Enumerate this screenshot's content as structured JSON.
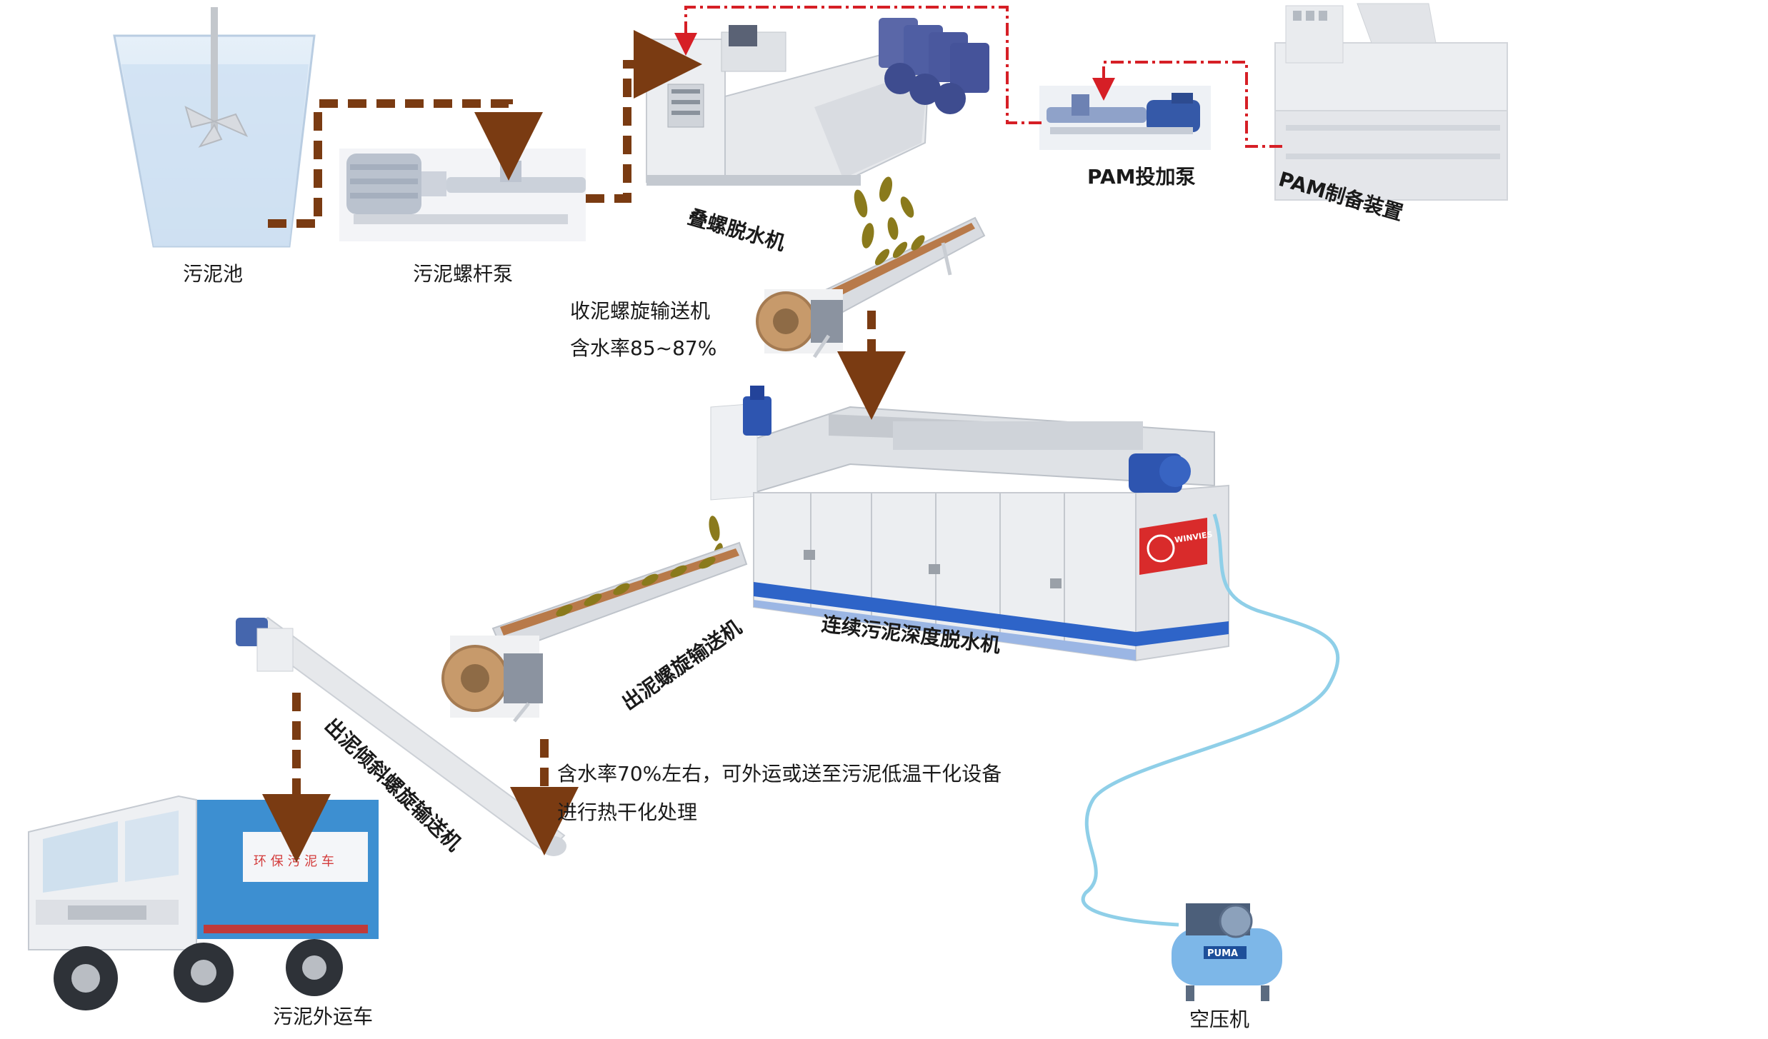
{
  "labels": {
    "sludge_tank": "污泥池",
    "sludge_screw_pump": "污泥螺杆泵",
    "stacked_screw_dewaterer": "叠螺脱水机",
    "pam_dosing_pump": "PAM投加泵",
    "pam_preparation_unit": "PAM制备装置",
    "collecting_screw_conveyor": "收泥螺旋输送机",
    "collecting_moisture": "含水率85~87%",
    "continuous_deep_dewaterer": "连续污泥深度脱水机",
    "discharge_screw_conveyor": "出泥螺旋输送机",
    "inclined_screw_conveyor": "出泥倾斜螺旋输送机",
    "final_moisture_line1": "含水率70%左右，可外运或送至污泥低温干化设备",
    "final_moisture_line2": "进行热干化处理",
    "sludge_truck": "污泥外运车",
    "air_compressor": "空压机"
  },
  "brand": {
    "logo_text": "WINVIES",
    "truck_side_text": "环 保 污 泥 车",
    "compressor_text": "PUMA"
  },
  "colors": {
    "sludge_flow": "#7a3b12",
    "chemical_flow": "#d61f26",
    "air_hose": "#8fcfe8",
    "machine_body": "#e8e9ec",
    "motor_blue": "#2f5fb5",
    "trim_blue": "#2e64c8",
    "logo_red": "#d92b2b",
    "water_blue": "#d8e8f6",
    "truck_blue": "#3d8fd1"
  }
}
